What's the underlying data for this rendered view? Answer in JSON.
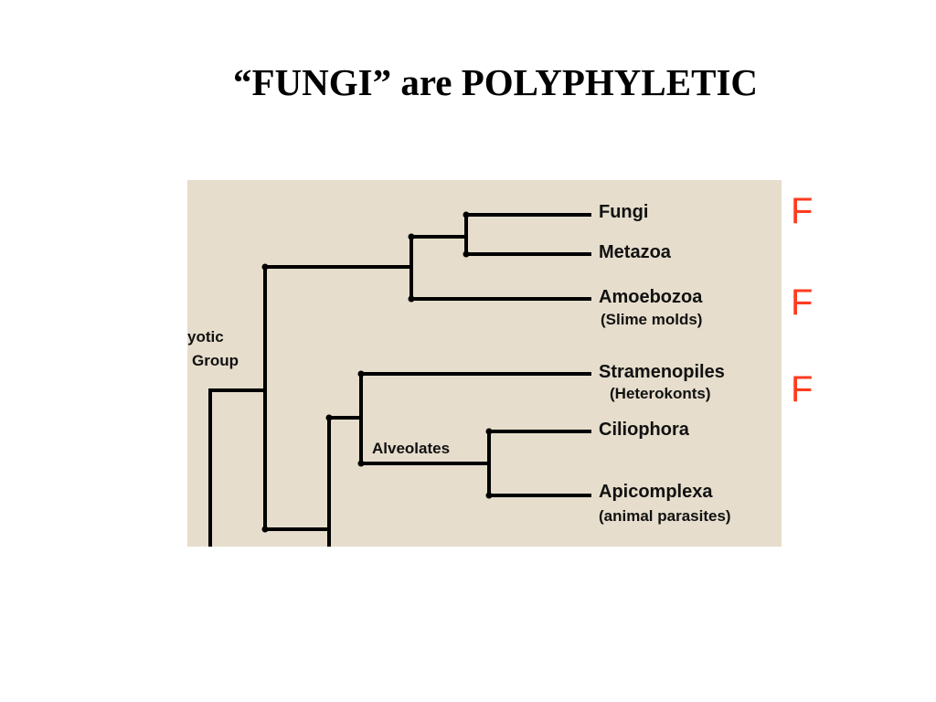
{
  "title": "“FUNGI” are POLYPHYLETIC",
  "tree": {
    "labels": {
      "fungi": "Fungi",
      "metazoa": "Metazoa",
      "amoebozoa": "Amoebozoa",
      "amoebozoa_note": "(Slime molds)",
      "stramenopiles": "Stramenopiles",
      "stramenopiles_note": "(Heterokonts)",
      "ciliophora": "Ciliophora",
      "apicomplexa": "Apicomplexa",
      "apicomplexa_note": "(animal parasites)",
      "alveolates": "Alveolates",
      "group_line1": "yotic",
      "group_line2": "Group"
    }
  },
  "markers": {
    "letter": "F",
    "color": "#ff3b1f",
    "rows": [
      "fungi",
      "amoebozoa",
      "stramenopiles"
    ]
  }
}
